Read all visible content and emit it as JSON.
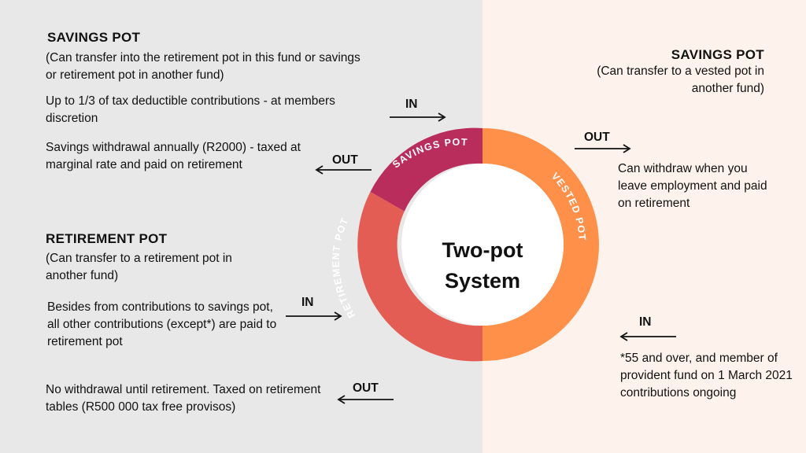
{
  "left": {
    "savings": {
      "heading": "SAVINGS POT",
      "subtitle": "(Can transfer into the retirement pot in this fund or savings or retirement pot in another fund)",
      "in_text": "Up to 1/3 of tax deductible contributions - at members discretion",
      "in_label": "IN",
      "out_text": "Savings withdrawal annually (R2000) - taxed at marginal rate and paid on retirement",
      "out_label": "OUT"
    },
    "retirement": {
      "heading": "RETIREMENT POT",
      "subtitle": "(Can transfer to a retirement pot in another fund)",
      "in_text": "Besides from contributions to savings pot, all other contributions (except*) are paid to retirement pot",
      "in_label": "IN",
      "out_text": "No withdrawal until retirement. Taxed on retirement tables (R500 000 tax free provisos)",
      "out_label": "OUT"
    }
  },
  "right": {
    "savings_heading": "SAVINGS POT",
    "savings_subtitle": "(Can transfer to a vested pot in another fund)",
    "out_label": "OUT",
    "out_text": "Can withdraw when you leave employment and paid on retirement",
    "in_label": "IN",
    "in_text": "*55 and over, and member of provident fund on 1 March 2021 contributions ongoing"
  },
  "donut": {
    "center_line1": "Two-pot",
    "center_line2": "System",
    "segments": [
      {
        "label": "SAVINGS POT",
        "color": "#b92d5d"
      },
      {
        "label": "RETIREMENT POT",
        "color": "#e45d55"
      },
      {
        "label": "VESTED POT",
        "color": "#fe904a"
      }
    ]
  }
}
